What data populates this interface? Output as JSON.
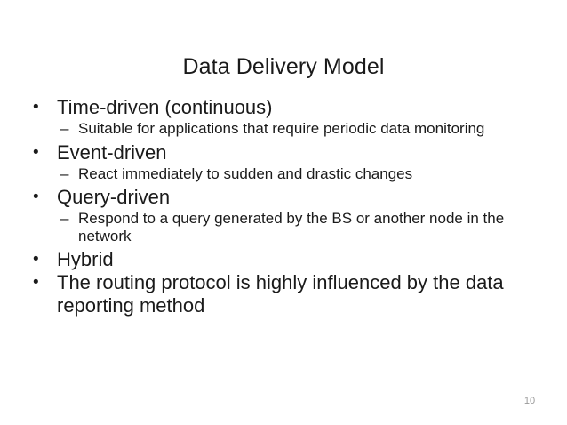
{
  "slide": {
    "title": "Data Delivery Model",
    "page_number": "10",
    "text_color": "#1a1a1a",
    "page_number_color": "#9a9a9a",
    "background_color": "#ffffff",
    "bullet_marker": "•",
    "sub_bullet_marker": "–",
    "bullets": [
      {
        "text": "Time-driven (continuous)",
        "sub": [
          "Suitable for applications that require periodic data monitoring"
        ]
      },
      {
        "text": "Event-driven",
        "sub": [
          "React immediately to sudden and drastic changes"
        ]
      },
      {
        "text": "Query-driven",
        "sub": [
          "Respond to a query generated by the BS or another node in the network"
        ]
      },
      {
        "text": "Hybrid",
        "sub": []
      },
      {
        "text": "The routing protocol is highly influenced by the data reporting method",
        "sub": []
      }
    ]
  }
}
